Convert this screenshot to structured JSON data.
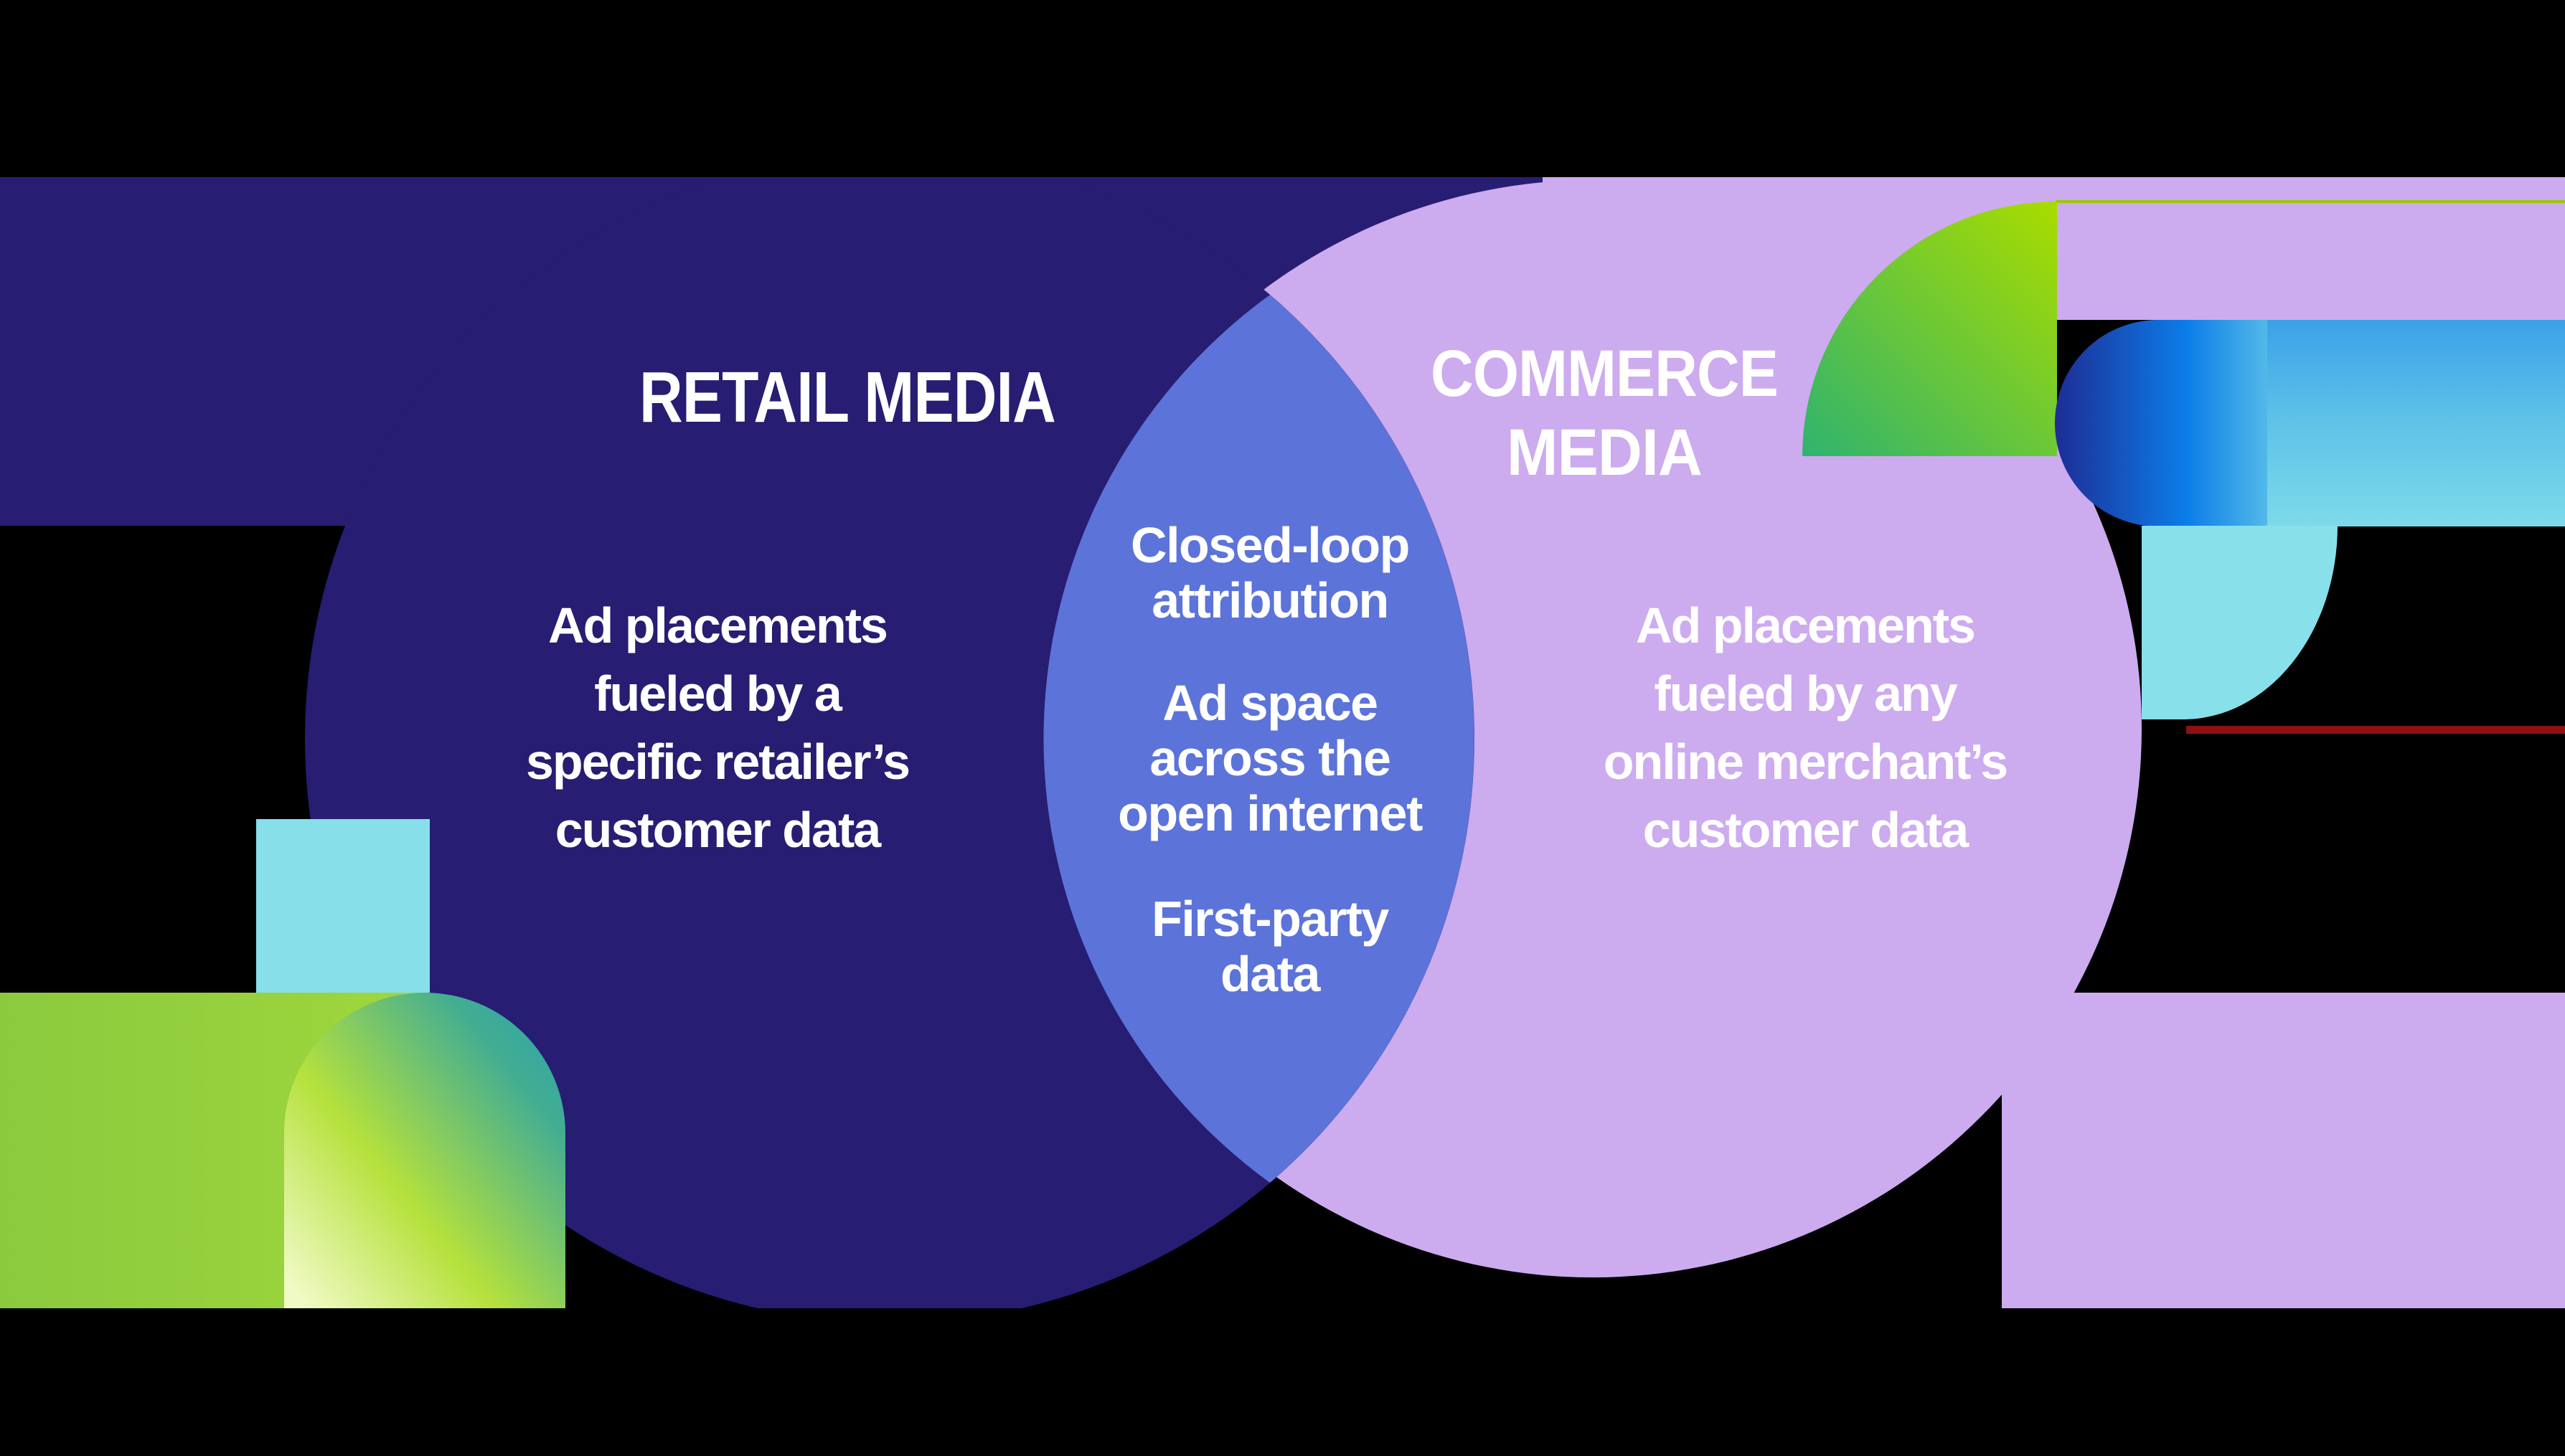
{
  "diagram": {
    "left_circle": {
      "title": "RETAIL MEDIA",
      "body": [
        "Ad placements",
        "fueled by a",
        "specific retailer’s",
        "customer data"
      ]
    },
    "right_circle": {
      "title_line1": "COMMERCE",
      "title_line2": "MEDIA",
      "body": [
        "Ad placements",
        "fueled by any",
        "online merchant’s",
        "customer data"
      ]
    },
    "overlap": {
      "item1": [
        "Closed-loop",
        "attribution"
      ],
      "item2": [
        "Ad space",
        "across the",
        "open internet"
      ],
      "item3": [
        "First-party",
        "data"
      ]
    }
  },
  "colors": {
    "background": "#000000",
    "navy": "#271d72",
    "purple": "#cdabef",
    "lens_blue": "#5c73d9",
    "text_white": "#ffffff",
    "disc_teal": "#2bb273",
    "disc_lime": "#a6db01",
    "green_line": "#9ac800",
    "ball_deep_blue": "#1e2d95",
    "ball_azure": "#0b7de9",
    "ball_fade": "#52b9e8",
    "band_top": "#3ba1e8",
    "band_mid": "#5fc3e8",
    "band_bottom": "#7cdae8",
    "cyan_block": "#88e0ea",
    "cyan_square": "#87dfe9",
    "red_bar": "#8e1010",
    "green_rect_left": "#8bca3e",
    "green_rect_right": "#9fd73c",
    "dome_pale": "#f0fac5",
    "dome_lime": "#b5e13c",
    "dome_sea": "#43ad92",
    "dome_teal": "#33a7a5"
  }
}
